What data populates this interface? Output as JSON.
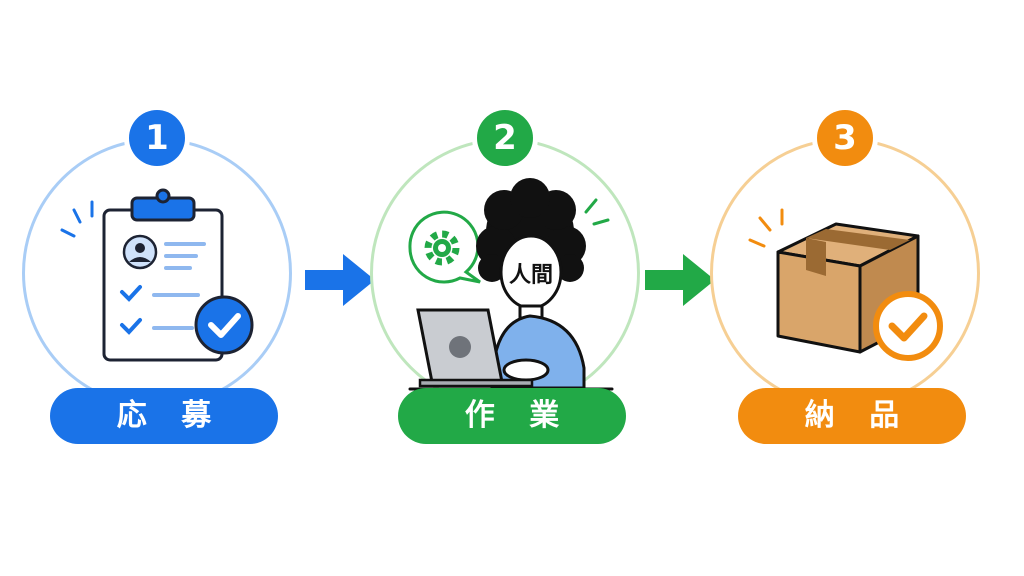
{
  "steps": [
    {
      "number": "1",
      "label": "応 募",
      "icon": "clipboard-check-icon",
      "color": "#1a73e8"
    },
    {
      "number": "2",
      "label": "作 業",
      "icon": "person-laptop-icon",
      "color": "#22a947",
      "face_text": "人間"
    },
    {
      "number": "3",
      "label": "納 品",
      "icon": "box-check-icon",
      "color": "#f28c0f"
    }
  ],
  "arrows": [
    {
      "icon": "arrow-right-icon",
      "color": "#1a73e8"
    },
    {
      "icon": "arrow-right-icon",
      "color": "#22a947"
    }
  ]
}
